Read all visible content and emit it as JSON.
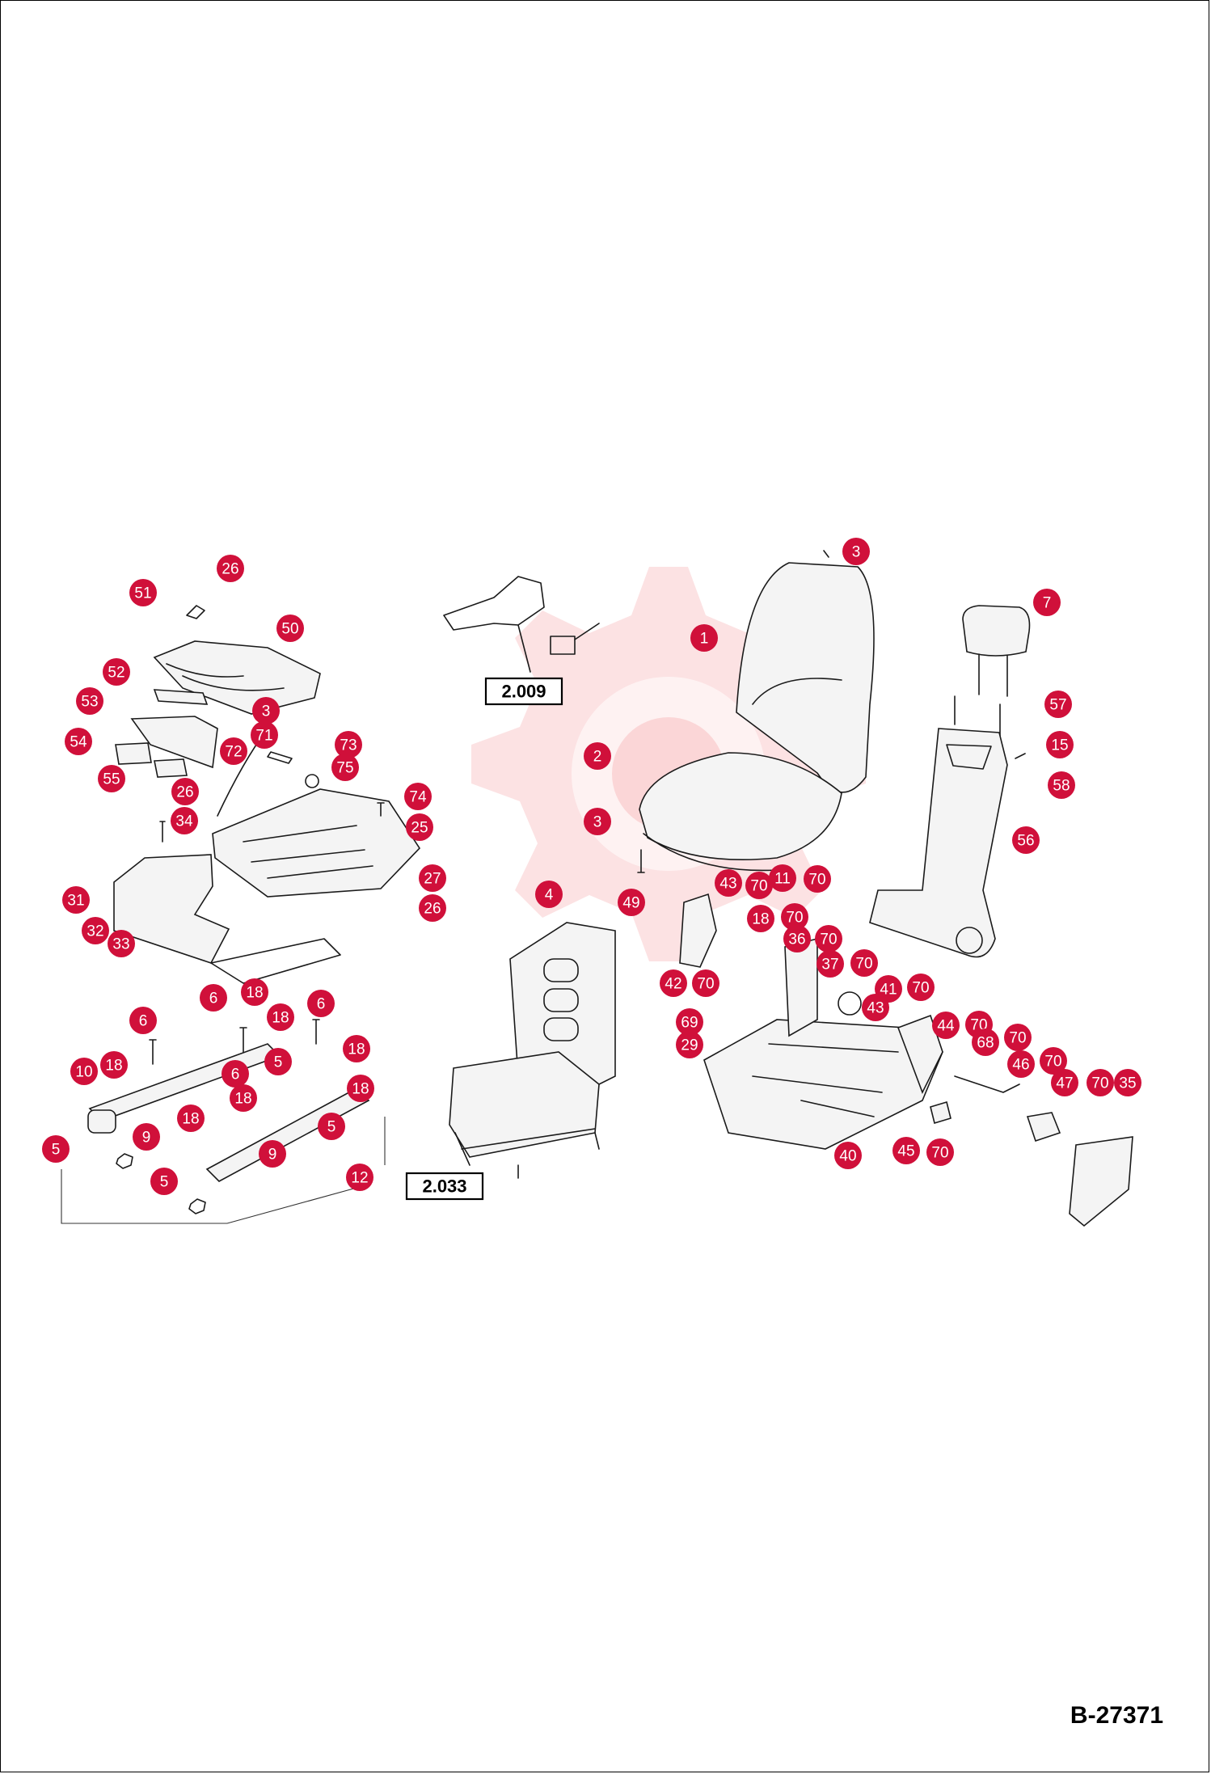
{
  "drawing_number": "B-27371",
  "reference_boxes": [
    {
      "id": "ref-2009",
      "label": "2.009"
    },
    {
      "id": "ref-2033",
      "label": "2.033"
    }
  ],
  "callout_color": "#d0103a",
  "callouts": [
    "26",
    "51",
    "50",
    "52",
    "53",
    "3",
    "54",
    "71",
    "72",
    "73",
    "75",
    "55",
    "26",
    "34",
    "74",
    "25",
    "27",
    "31",
    "32",
    "26",
    "33",
    "18",
    "6",
    "6",
    "6",
    "18",
    "18",
    "10",
    "18",
    "5",
    "6",
    "18",
    "18",
    "5",
    "18",
    "9",
    "5",
    "9",
    "12",
    "5",
    "3",
    "7",
    "1",
    "57",
    "15",
    "2",
    "58",
    "3",
    "56",
    "4",
    "49",
    "43",
    "70",
    "11",
    "70",
    "18",
    "70",
    "36",
    "70",
    "37",
    "70",
    "42",
    "70",
    "41",
    "70",
    "43",
    "69",
    "44",
    "70",
    "29",
    "68",
    "70",
    "46",
    "70",
    "47",
    "70",
    "35",
    "40",
    "45",
    "70"
  ]
}
